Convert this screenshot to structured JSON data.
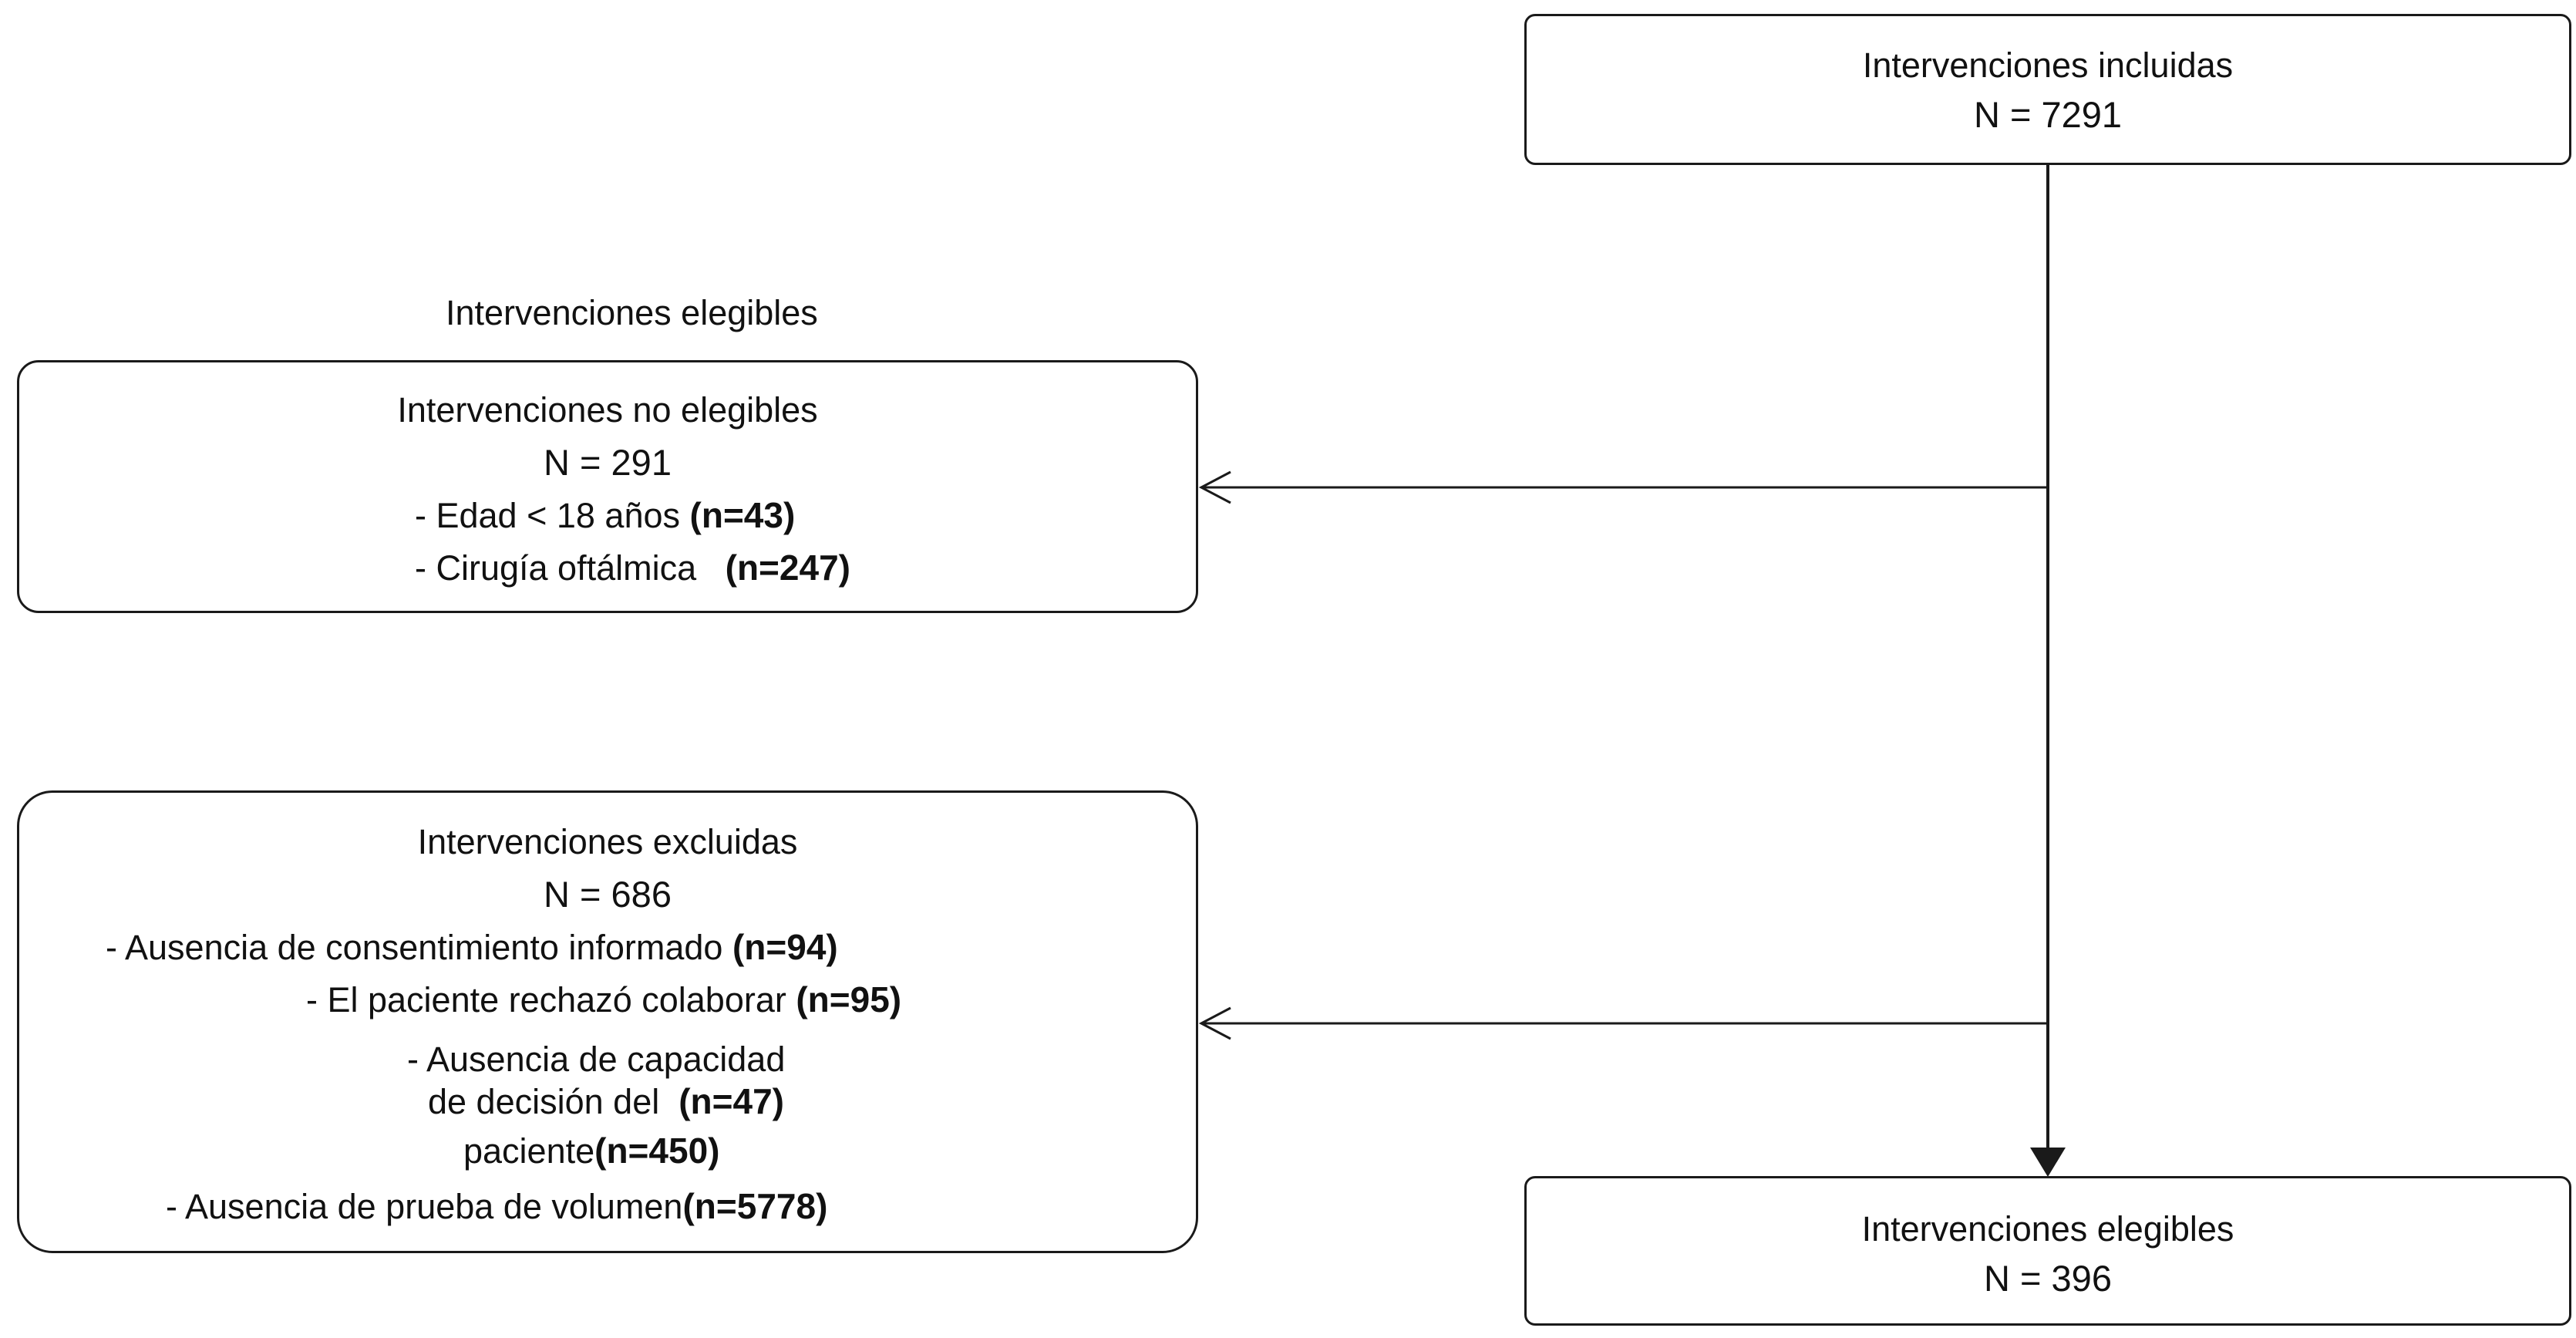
{
  "header_label": "Intervenciones elegibles",
  "included": {
    "title": "Intervenciones incluidas",
    "count": "N = 7291"
  },
  "not_eligible": {
    "title": "Intervenciones no elegibles",
    "count": "N = 291",
    "items": [
      {
        "label": "- Edad < 18 años",
        "n": "(n=43)"
      },
      {
        "label": "- Cirugía oftálmica",
        "n": "(n=247)"
      }
    ]
  },
  "excluded": {
    "title": "Intervenciones excluidas",
    "count": "N = 686",
    "items": [
      {
        "label": "- Ausencia de consentimiento informado",
        "n": "(n=94)"
      },
      {
        "label": "- El paciente rechazó colaborar",
        "n": "(n=95)"
      },
      {
        "label": "- Ausencia de capacidad",
        "n": ""
      },
      {
        "label": "de decisión del",
        "n": "(n=47)"
      },
      {
        "label": "paciente",
        "n": "(n=450)"
      },
      {
        "label": "- Ausencia de prueba de volumen",
        "n": "(n=5778)"
      }
    ]
  },
  "eligible": {
    "title": "Intervenciones elegibles",
    "count": "N = 396"
  },
  "colors": {
    "stroke": "#1a1a1a",
    "background": "#ffffff"
  }
}
